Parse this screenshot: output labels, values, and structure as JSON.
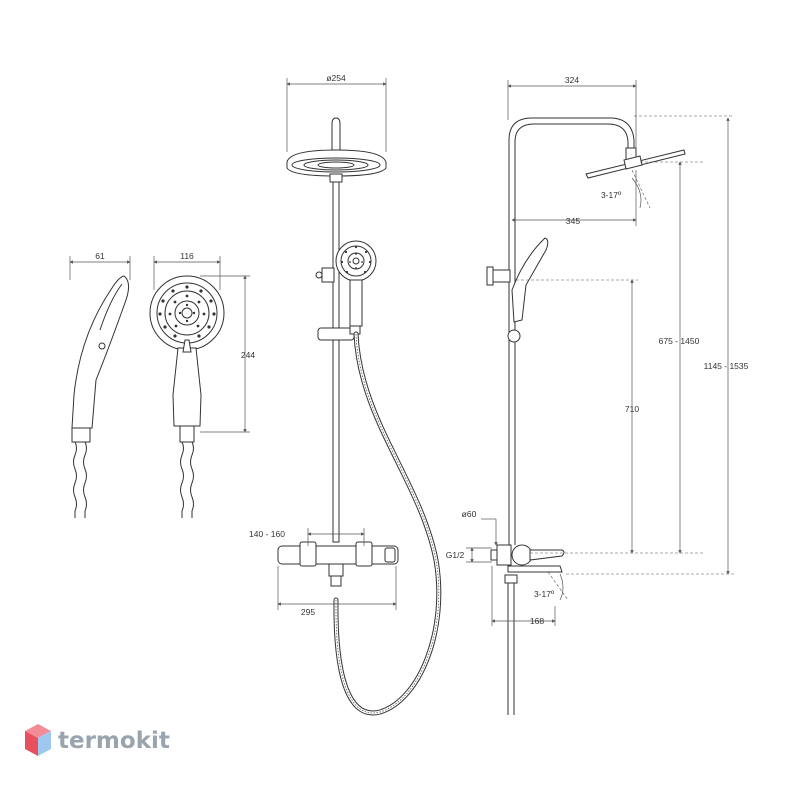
{
  "dimensions": {
    "hand_depth": "61",
    "hand_width": "116",
    "hand_length": "244",
    "head_diameter": "ø254",
    "top_width": "324",
    "arm_reach": "345",
    "head_tilt": "3-17º",
    "height_head": "675 - 1450",
    "height_total": "1145 - 1535",
    "height_710": "710",
    "mixer_centers": "140 - 160",
    "mixer_length": "295",
    "flange_diameter": "ø60",
    "thread": "G1/2",
    "spout_tilt": "3-17º",
    "spout_reach": "168"
  },
  "brand": {
    "name": "termokit",
    "colors": {
      "top": "#f28c96",
      "left": "#e8505e",
      "right": "#9ec8f0"
    }
  }
}
